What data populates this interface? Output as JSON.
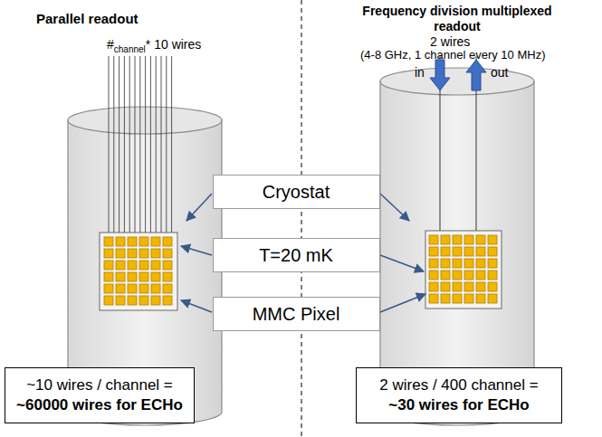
{
  "diagram": {
    "nodes": [
      {
        "text": [
          "Cryostat"
        ]
      },
      {
        "text": [
          "T=20 mK"
        ]
      },
      {
        "text": [
          "MMC Pixel"
        ]
      },
      {
        "text": [
          "~10 wires / channel =",
          "~60000 wires for ECHo"
        ]
      },
      {
        "text": [
          "2 wires / 400 channel =",
          "~30 wires for ECHo"
        ]
      }
    ],
    "labels": [
      "Parallel readout",
      "Frequency division multiplexed readout",
      "#",
      "channel",
      "* 10 wires",
      "2 wires",
      "(4-8 GHz, 1 channel every 10 MHz)",
      "in",
      "out"
    ]
  }
}
